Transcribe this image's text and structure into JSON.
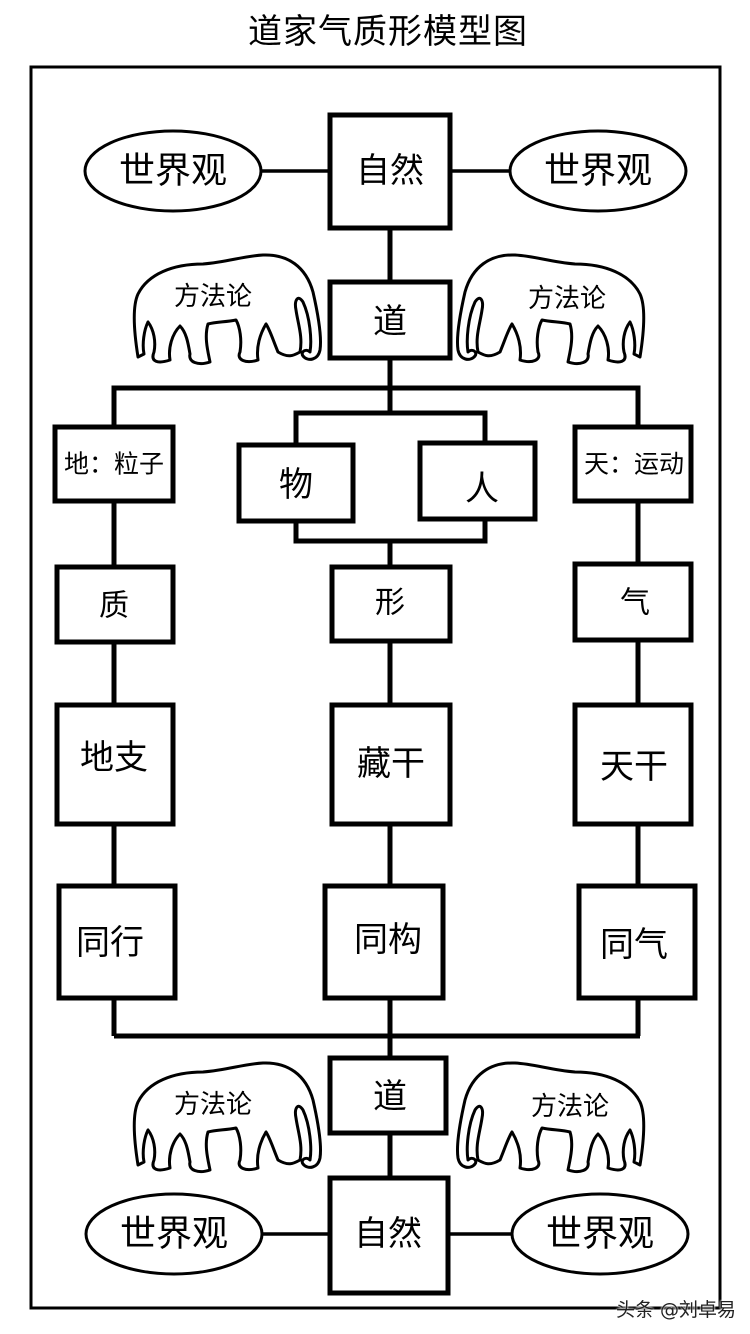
{
  "title": "道家气质形模型图",
  "watermark": "头条 @刘卓易",
  "top": {
    "nature_box": "自然",
    "worldview_left": "世界观",
    "worldview_right": "世界观",
    "dao_box": "道",
    "methodology_left": "方法论",
    "methodology_right": "方法论"
  },
  "columns": {
    "left": {
      "header": "地：粒子",
      "level1": "质",
      "level2": "地支",
      "level3": "同行"
    },
    "center": {
      "thing": "物",
      "person": "人",
      "level1": "形",
      "level2": "藏干",
      "level3": "同构"
    },
    "right": {
      "header": "天：运动",
      "level1": "气",
      "level2": "天干",
      "level3": "同气"
    }
  },
  "bottom": {
    "dao_box": "道",
    "nature_box": "自然",
    "worldview_left": "世界观",
    "worldview_right": "世界观",
    "methodology_left": "方法论",
    "methodology_right": "方法论"
  }
}
